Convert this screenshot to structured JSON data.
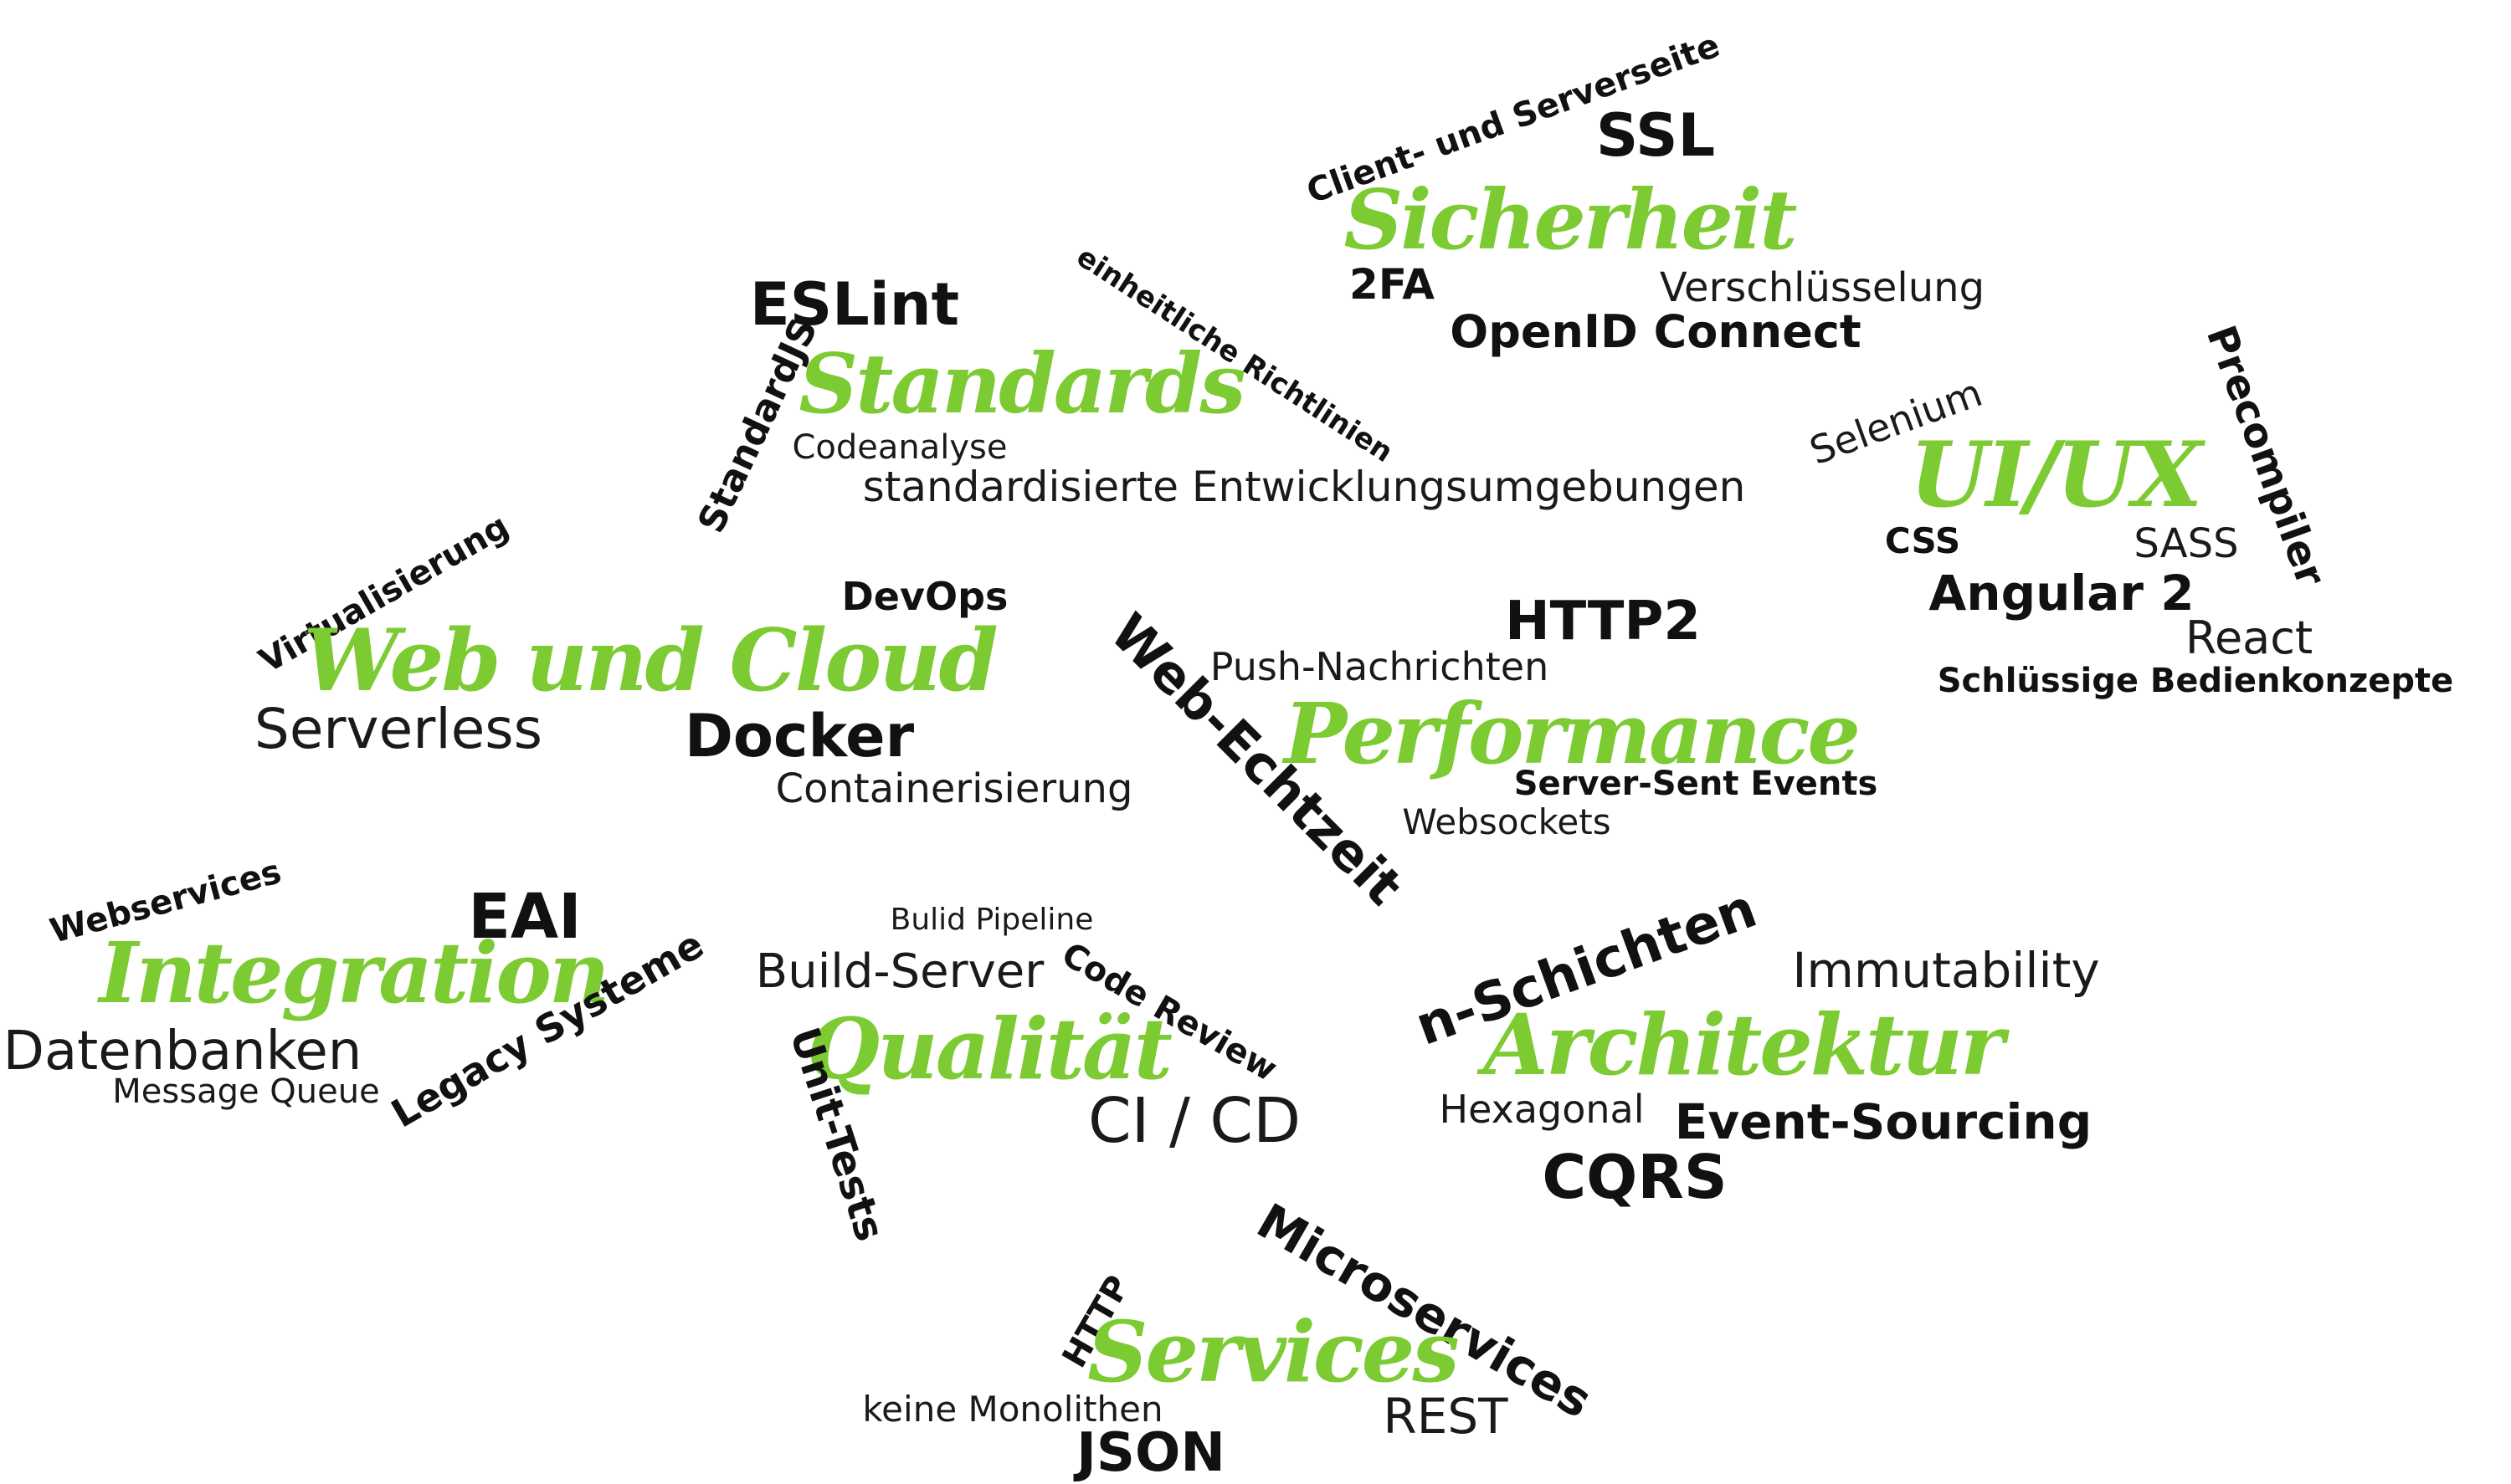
{
  "groups": {
    "sicherheit": {
      "main": "Sicherheit",
      "client_server": "Client- und Serverseite",
      "ssl": "SSL",
      "twofa": "2FA",
      "verschluesselung": "Verschlüsselung",
      "openid": "OpenID Connect"
    },
    "standards": {
      "main": "Standards",
      "eslint": "ESLint",
      "standardjs": "StandardJS",
      "richtlinien": "einheitliche Richtlinien",
      "codeanalyse": "Codeanalyse",
      "entwicklungsumgebungen": "standardisierte Entwicklungsumgebungen"
    },
    "uiux": {
      "main": "UI/UX",
      "selenium": "Selenium",
      "precompiler": "Precompiler",
      "css": "CSS",
      "sass": "SASS",
      "angular": "Angular 2",
      "react": "React",
      "bedienkonzepte": "Schlüssige Bedienkonzepte"
    },
    "webcloud": {
      "main": "Web und Cloud",
      "virtualisierung": "Virtualisierung",
      "devops": "DevOps",
      "serverless": "Serverless",
      "docker": "Docker",
      "containerisierung": "Containerisierung"
    },
    "performance": {
      "main": "Performance",
      "http2": "HTTP2",
      "push": "Push-Nachrichten",
      "webechtzeit": "Web-Echtzeit",
      "sse": "Server-Sent Events",
      "websockets": "Websockets"
    },
    "integration": {
      "main": "Integration",
      "webservices": "Webservices",
      "eai": "EAI",
      "datenbanken": "Datenbanken",
      "legacy": "Legacy Systeme",
      "messagequeue": "Message Queue"
    },
    "qualitaet": {
      "main": "Qualität",
      "pipeline": "Bulid Pipeline",
      "buildserver": "Build-Server",
      "codereview": "Code Review",
      "unittests": "Unit-Tests",
      "cicd": "CI / CD"
    },
    "architektur": {
      "main": "Architektur",
      "nschichten": "n-Schichten",
      "immutability": "Immutability",
      "hexagonal": "Hexagonal",
      "eventsourcing": "Event-Sourcing",
      "cqrs": "CQRS"
    },
    "services": {
      "main": "Services",
      "microservices": "Microservices",
      "http": "HTTP",
      "monolithen": "keine Monolithen",
      "rest": "REST",
      "json": "JSON"
    }
  },
  "colors": {
    "accent": "#7dcb33",
    "text": "#111111"
  }
}
